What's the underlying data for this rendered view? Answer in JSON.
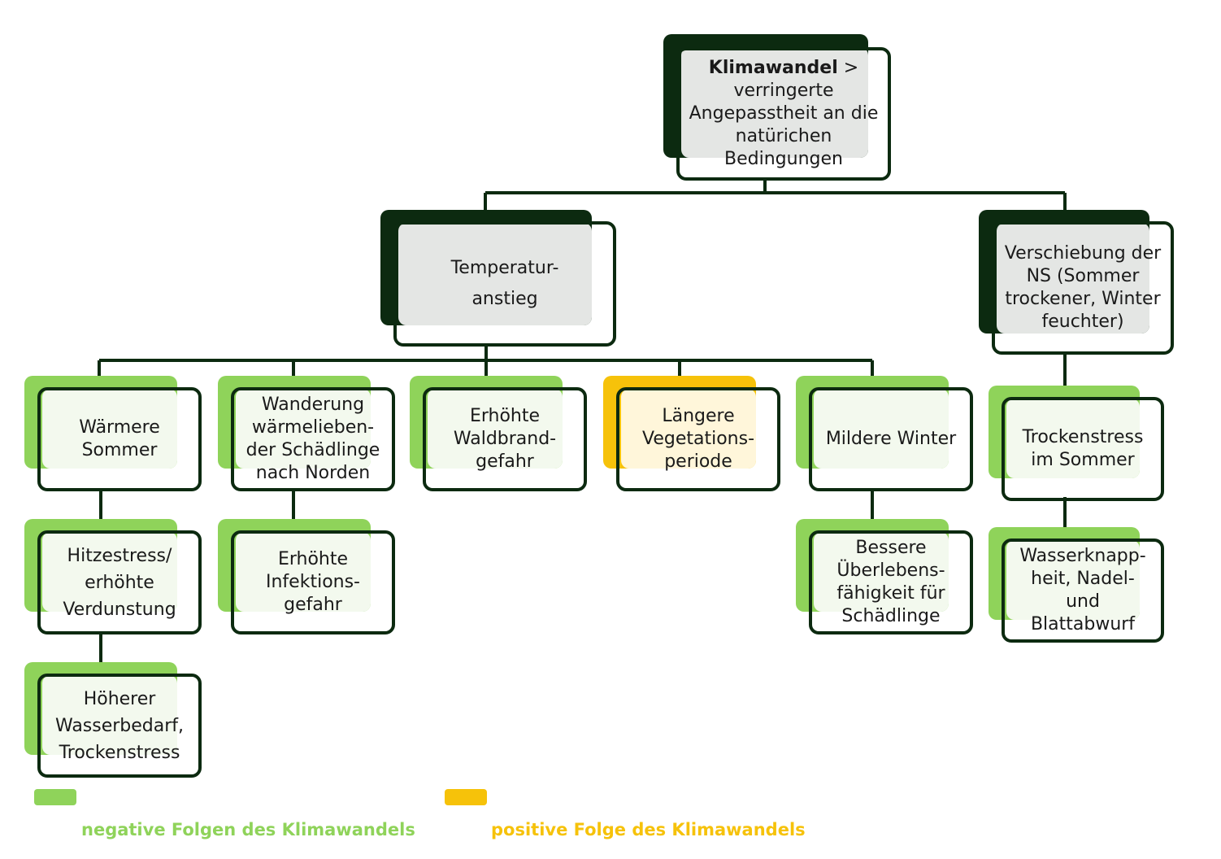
{
  "colors": {
    "line": "#0c2a10",
    "dark_shadow": "#0c2a10",
    "grey_face": "#e4e6e4",
    "green_shadow": "#8fd35a",
    "green_face": "#f3f9ee",
    "yellow_shadow": "#f6c20a",
    "yellow_face": "#fff6da",
    "legend_green_text": "#8fd35a",
    "legend_yellow_text": "#f6c20a"
  },
  "nodes": {
    "root": {
      "title": "Klimawandel",
      "suffix": " >",
      "rest": "verringerte\nAngepasstheit an die\nnatürichen\nBedingungen"
    },
    "temp": {
      "text": "Temperatur-\nanstieg"
    },
    "ns": {
      "text": "Verschiebung der\nNS (Sommer\ntrockener, Winter\nfeuchter)"
    },
    "summer": {
      "text": "Wärmere\nSommer"
    },
    "pests": {
      "text": "Wanderung\nwärmelieben-\nder Schädlinge\nnach Norden"
    },
    "fire": {
      "text": "Erhöhte\nWaldbrand-\ngefahr"
    },
    "vegetation": {
      "text": "Längere\nVegetations-\nperiode"
    },
    "winter": {
      "text": "Mildere Winter"
    },
    "drought": {
      "text": "Trockenstress\nim Sommer"
    },
    "heat": {
      "text": "Hitzestress/\nerhöhte\nVerdunstung"
    },
    "infection": {
      "text": "Erhöhte\nInfektions-\ngefahr"
    },
    "survival": {
      "text": "Bessere\nÜberlebens-\nfähigkeit für\nSchädlinge"
    },
    "water_shortage": {
      "text": "Wasserknapp-\nheit, Nadel-\nund\nBlattabwurf"
    },
    "water_demand": {
      "text": "Höherer\nWasserbedarf,\nTrockenstress"
    }
  },
  "legend": {
    "negative": "negative Folgen des Klimawandels",
    "positive": "positive Folge des Klimawandels"
  }
}
